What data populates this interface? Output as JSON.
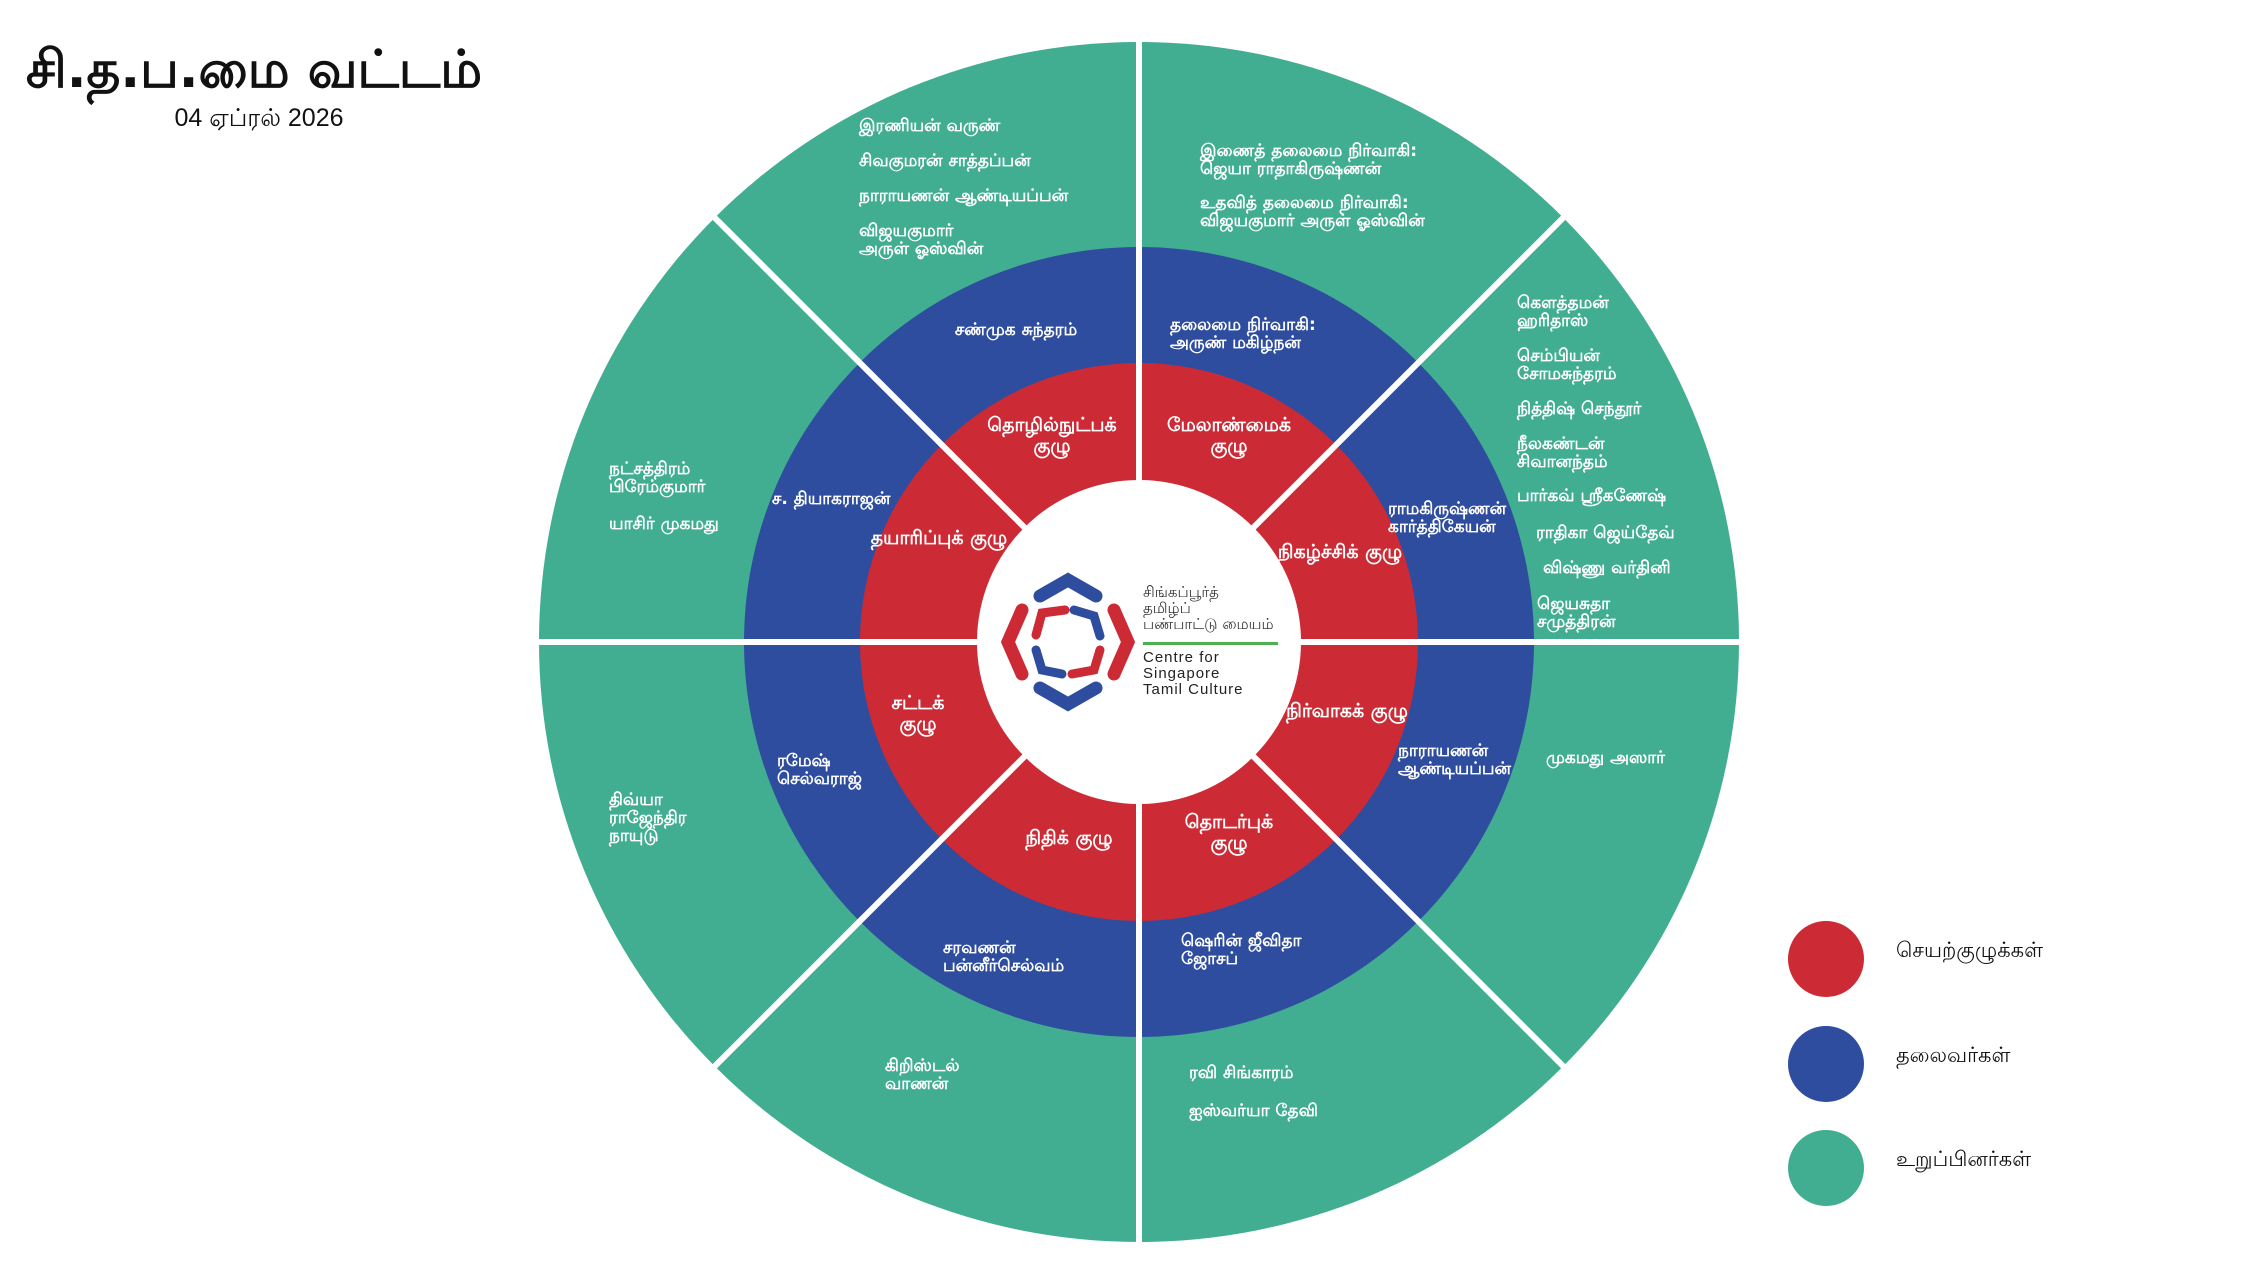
{
  "header": {
    "title": "சி.த.ப.மை வட்டம்",
    "date": "04 ஏப்ரல் 2026"
  },
  "colors": {
    "committee": "#CC2B36",
    "leader": "#2E4D9E",
    "member": "#41AD91"
  },
  "logo": {
    "tamil": [
      "சிங்கப்பூர்த்",
      "தமிழ்ப்",
      "பண்பாட்டு மையம்"
    ],
    "english": [
      "Centre for",
      "Singapore",
      "Tamil Culture"
    ]
  },
  "committees": [
    "தொழில்நுட்பக் குழு",
    "மேலாண்மைக் குழு",
    "நிகழ்ச்சிக் குழு",
    "நிர்வாகக் குழு",
    "தொடர்புக் குழு",
    "நிதிக் குழு",
    "சட்டக் குழு",
    "தயாரிப்புக் குழு"
  ],
  "leaders": [
    "சண்முக சுந்தரம்",
    "தலைமை நிர்வாகி: அருண் மகிழ்நன்",
    "ராமகிருஷ்ணன் கார்த்திகேயன்",
    "நாராயணன் ஆண்டியப்பன்",
    "ஷெரின் ஜீவிதா ஜோசப்",
    "சரவணன் பன்னீர்செல்வம்",
    "ரமேஷ் செல்வராஜ்",
    "ச. தியாகராஜன்"
  ],
  "members": {
    "nnw": [
      "இரணியன் வருண்",
      "சிவகுமரன் சாத்தப்பன்",
      "நாராயணன் ஆண்டியப்பன்",
      "விஜயகுமார் அருள் ஓஸ்வின்"
    ],
    "nne": [
      "இணைத் தலைமை நிர்வாகி: ஜெயா ராதாகிருஷ்ணன்",
      "உதவித் தலைமை நிர்வாகி: விஜயகுமார் அருள் ஓஸ்வின்"
    ],
    "ene": [
      "கௌத்தமன் ஹரிதாஸ்",
      "செம்பியன் சோமசுந்தரம்",
      "நித்திஷ் செந்தூர்",
      "நீலகண்டன் சிவானந்தம்",
      "பார்கவ் ஸ்ரீகணேஷ்",
      "ராதிகா ஜெய்தேவ்",
      "விஷ்ணு வர்தினி",
      "ஜெயசுதா சமுத்திரன்"
    ],
    "ese": [
      "முகமது அஸார்"
    ],
    "sse": [
      "ரவி சிங்காரம்",
      "ஐஸ்வர்யா தேவி"
    ],
    "ssw": [
      "கிறிஸ்டல் வாணன்"
    ],
    "wsw": [
      "திவ்யா ராஜேந்திர நாயுடு"
    ],
    "wnw": [
      "நட்சத்திரம் பிரேம்குமார்",
      "யாசிர் முகமது"
    ]
  },
  "legend": [
    "செயற்குழுக்கள்",
    "தலைவர்கள்",
    "உறுப்பினர்கள்"
  ]
}
